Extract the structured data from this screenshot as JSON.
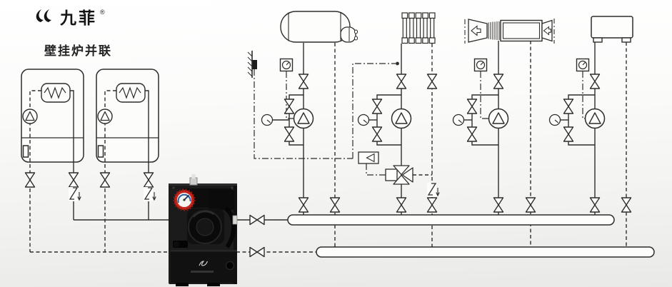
{
  "header": {
    "brand": "九菲",
    "registered": "®"
  },
  "diagram": {
    "title": "壁挂炉并联",
    "colors": {
      "line": "#2e2d2b",
      "panel": "#1b1b1b",
      "gauge_ring": "#c5271e",
      "gauge_face_accent": "#2b5f9e"
    },
    "components": {
      "boilers": 2,
      "circuits": 4,
      "terminal_devices": [
        "buffer-tank",
        "radiator",
        "fan-coil-unit",
        "air-handling-unit"
      ]
    }
  }
}
